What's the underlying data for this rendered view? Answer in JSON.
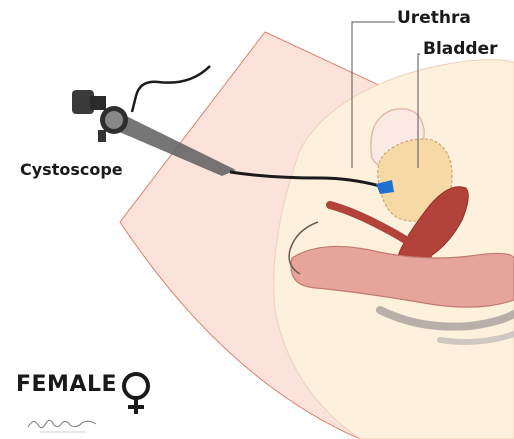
{
  "labels": {
    "urethra": "Urethra",
    "bladder": "Bladder",
    "cystoscope": "Cystoscope",
    "female": "FEMALE"
  },
  "icons": {
    "gender": "female-symbol-icon"
  },
  "colors": {
    "fan_fill": "#fbe3dc",
    "fan_stroke": "#e0806a",
    "body_fill": "#fdf1dd",
    "bladder_fill": "#f7d9a5",
    "uterus_fill": "#b3433a",
    "rectum_fill": "#e6a49a",
    "scope_tip": "#1f6fd0"
  }
}
